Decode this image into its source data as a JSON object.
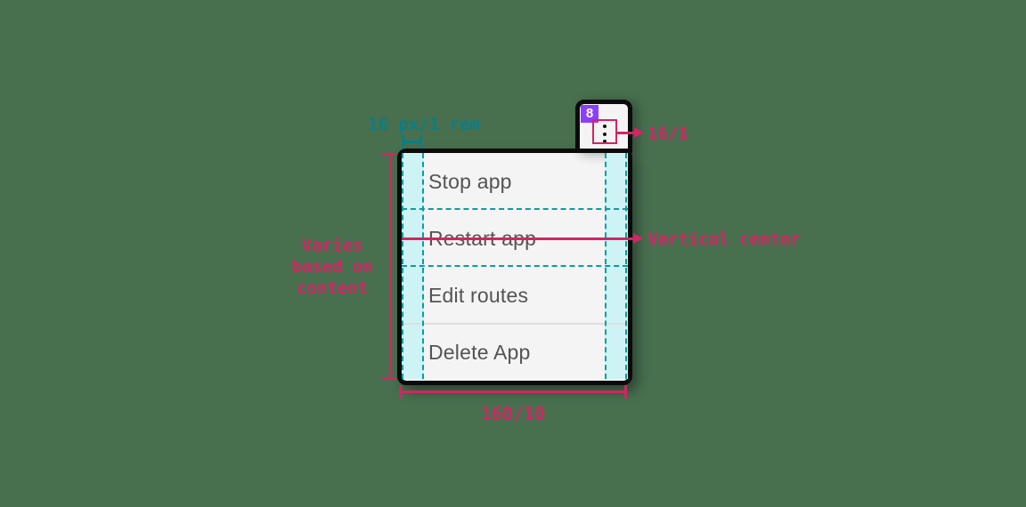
{
  "colors": {
    "background": "#48704f",
    "surface": "#f4f4f4",
    "outline": "#0b0b0b",
    "annotation_pink": "#d02663",
    "annotation_teal": "#0a7e86",
    "spacing_fill": "#cdf3f5",
    "spacing_dash": "#089da4",
    "badge_purple": "#8a3ffc",
    "item_text": "#545454",
    "divider": "#dedede"
  },
  "menu": {
    "items": [
      {
        "label": "Stop app"
      },
      {
        "label": "Restart app"
      },
      {
        "label": "Edit routes"
      },
      {
        "label": "Delete App"
      }
    ]
  },
  "annotations": {
    "badge": "8",
    "spacing_label": "16 px/1 rem",
    "icon_size_label": "16/1",
    "vertical_center_label": "Vertical center",
    "height_label_lines": [
      "Varies",
      "based on",
      "content"
    ],
    "width_label": "160/10"
  }
}
